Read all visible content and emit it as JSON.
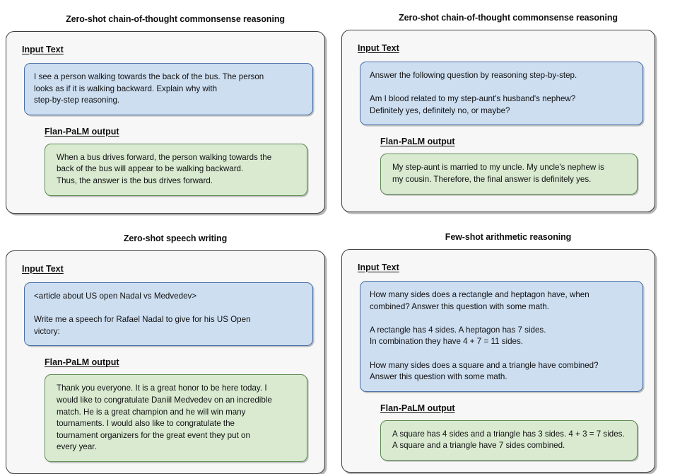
{
  "figure": {
    "background_color": "#ffffff",
    "input_bubble_color": "#cddef1",
    "output_bubble_color": "#d9ead1",
    "card_color": "#f7f7f7",
    "border_color": "#3c3c3c"
  },
  "panels": [
    {
      "id": "zero-shot-cot-commonsense-bus",
      "title": "Zero-shot chain-of-thought commonsense reasoning",
      "input_label": "Input Text",
      "input_text": "I see a person walking towards the back of the bus. The person\nlooks as if it is walking backward. Explain why with\nstep-by-step reasoning.",
      "output_label": "Flan-PaLM output",
      "output_text": "When a bus drives forward, the person walking towards the\nback of the bus will appear to be walking backward.\nThus, the answer is the bus drives forward."
    },
    {
      "id": "zero-shot-cot-commonsense-stepaunt",
      "title": "Zero-shot chain-of-thought commonsense reasoning",
      "input_label": "Input Text",
      "input_text": "Answer the following question by reasoning step-by-step.\n\nAm I blood related to my step-aunt's husband's nephew?\nDefinitely yes, definitely no, or maybe?",
      "output_label": "Flan-PaLM output",
      "output_text": "My step-aunt is married to my uncle. My uncle's nephew is\nmy cousin. Therefore, the final answer is definitely yes."
    },
    {
      "id": "zero-shot-speech-writing",
      "title": "Zero-shot speech writing",
      "input_label": "Input Text",
      "input_text": "<article about US open Nadal vs Medvedev>\n\nWrite me a speech for Rafael Nadal to give for his US Open\nvictory:",
      "output_label": "Flan-PaLM output",
      "output_text": "Thank you everyone. It is a great honor to be here today. I\nwould like to congratulate Daniil Medvedev on an incredible\nmatch. He is a great champion and he will win many\ntournaments. I would also like to congratulate the\ntournament organizers for the great event they put on\nevery year."
    },
    {
      "id": "few-shot-arithmetic-reasoning",
      "title": "Few-shot arithmetic reasoning",
      "input_label": "Input Text",
      "input_text": "How many sides does a rectangle and heptagon have, when\ncombined? Answer this question with some math.\n\nA rectangle has 4 sides. A heptagon has 7 sides.\nIn combination they have 4 + 7 = 11 sides.\n\nHow many sides does a square and a triangle have combined?\nAnswer this question with some math.",
      "output_label": "Flan-PaLM output",
      "output_text": "A square has 4 sides and a triangle has 3 sides. 4 + 3 = 7 sides.\nA square and a triangle have 7 sides combined."
    }
  ]
}
